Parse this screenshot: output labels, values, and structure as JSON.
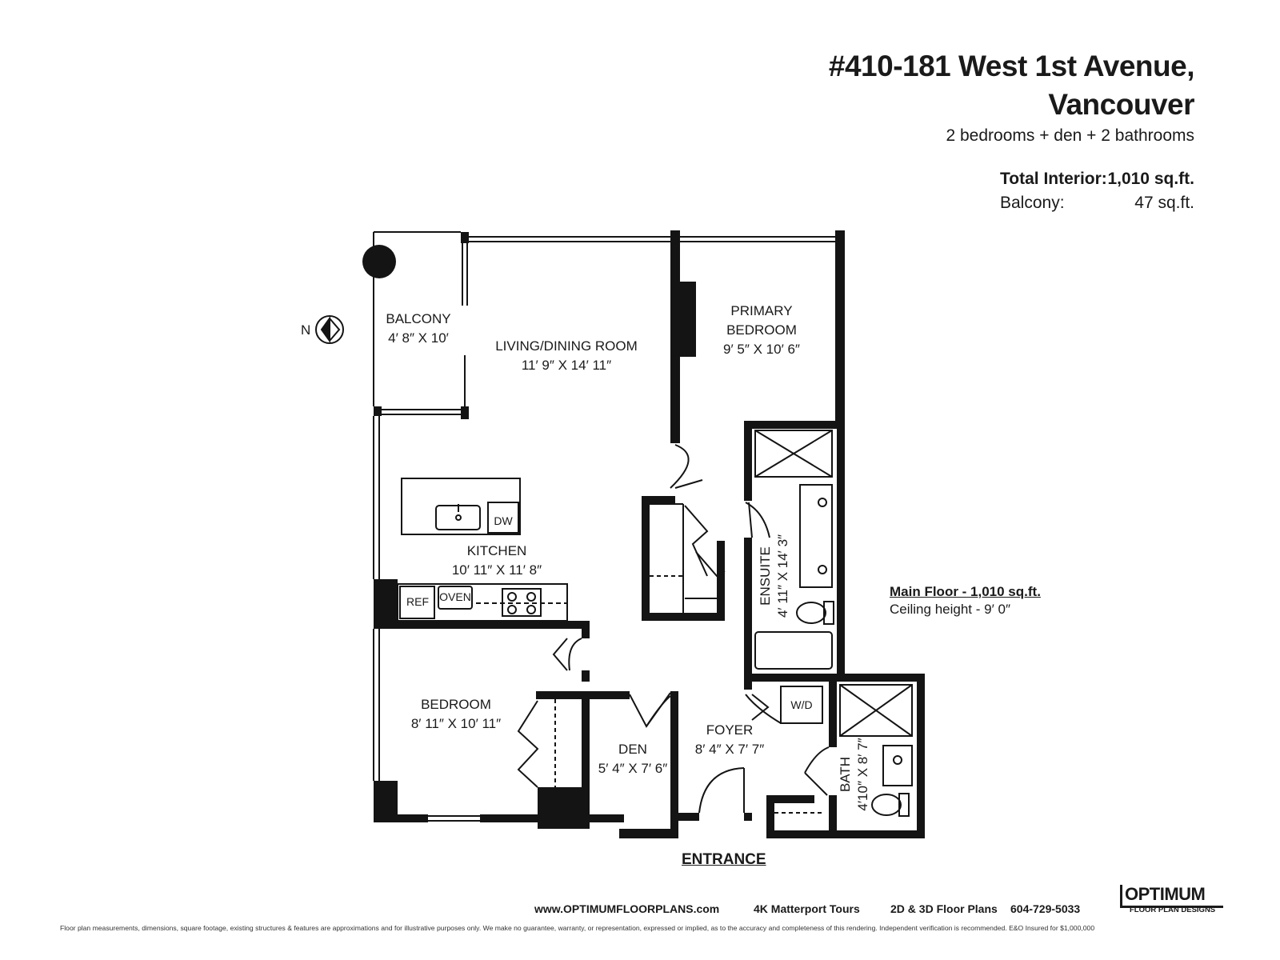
{
  "header": {
    "title_line1": "#410-181 West 1st Avenue,",
    "title_line2": "Vancouver",
    "subtitle": "2 bedrooms + den + 2 bathrooms"
  },
  "areas": {
    "total_interior_label": "Total Interior:",
    "total_interior_value": "1,010 sq.ft.",
    "balcony_label": "Balcony:",
    "balcony_value": "47 sq.ft."
  },
  "compass": {
    "label": "N"
  },
  "rooms": {
    "balcony": {
      "name": "BALCONY",
      "dims": "4′ 8″ X 10′"
    },
    "living": {
      "name": "LIVING/DINING ROOM",
      "dims": "11′ 9″ X 14′ 11″"
    },
    "primary": {
      "name_line1": "PRIMARY",
      "name_line2": "BEDROOM",
      "dims": "9′ 5″ X 10′ 6″"
    },
    "kitchen": {
      "name": "KITCHEN",
      "dims": "10′ 11″ X 11′ 8″"
    },
    "ensuite": {
      "name": "ENSUITE",
      "dims": "4′ 11″ X 14′ 3″"
    },
    "bedroom": {
      "name": "BEDROOM",
      "dims": "8′ 11″ X 10′ 11″"
    },
    "den": {
      "name": "DEN",
      "dims": "5′ 4″ X 7′ 6″"
    },
    "foyer": {
      "name": "FOYER",
      "dims": "8′ 4″ X 7′ 7″"
    },
    "bath": {
      "name": "BATH",
      "dims": "4′10″ X 8′ 7″"
    }
  },
  "fixtures": {
    "dw": "DW",
    "ref": "REF",
    "oven": "OVEN",
    "wd": "W/D"
  },
  "main_floor": {
    "line1": "Main Floor - 1,010 sq.ft.",
    "line2": "Ceiling height - 9′ 0″"
  },
  "entrance": "ENTRANCE",
  "footer": {
    "website": "www.OPTIMUMFLOORPLANS.com",
    "tours": "4K Matterport Tours",
    "plans": "2D & 3D Floor Plans",
    "phone": "604-729-5033",
    "logo_main": "OPTIMUM",
    "logo_sub": "FLOOR PLAN DESIGNS",
    "disclaimer": "Floor plan measurements, dimensions, square footage, existing structures & features are approximations and for illustrative purposes only. We make no guarantee, warranty, or representation, expressed or implied, as to the accuracy and completeness of this rendering. Independent verification is recommended. E&O Insured for $1,000,000"
  }
}
